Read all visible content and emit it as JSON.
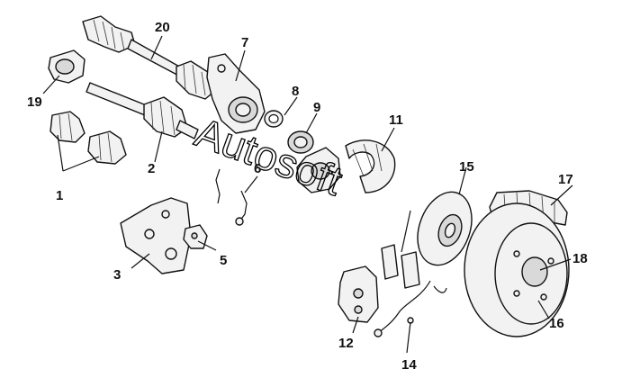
{
  "diagram": {
    "watermark": "Autosoft",
    "callouts": [
      {
        "id": "1",
        "label": "1"
      },
      {
        "id": "2",
        "label": "2"
      },
      {
        "id": "3",
        "label": "3"
      },
      {
        "id": "5",
        "label": "5"
      },
      {
        "id": "6",
        "label": "6"
      },
      {
        "id": "7",
        "label": "7"
      },
      {
        "id": "8",
        "label": "8"
      },
      {
        "id": "9",
        "label": "9"
      },
      {
        "id": "11",
        "label": "11"
      },
      {
        "id": "12",
        "label": "12"
      },
      {
        "id": "14",
        "label": "14"
      },
      {
        "id": "15",
        "label": "15"
      },
      {
        "id": "16",
        "label": "16"
      },
      {
        "id": "17",
        "label": "17"
      },
      {
        "id": "18",
        "label": "18"
      },
      {
        "id": "19",
        "label": "19"
      },
      {
        "id": "20",
        "label": "20"
      }
    ]
  }
}
